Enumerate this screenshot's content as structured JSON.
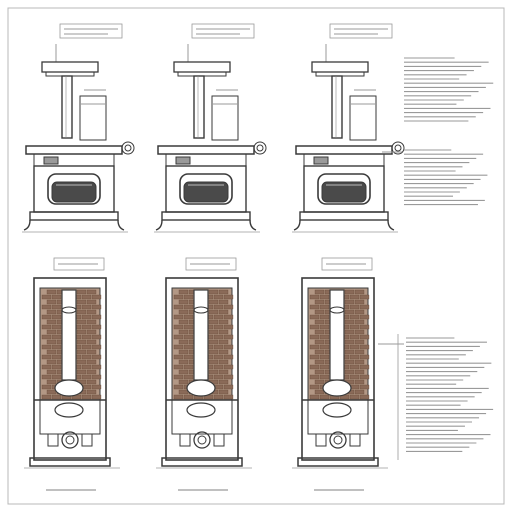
{
  "sheet": {
    "background": "#ffffff",
    "frame_color": "#b8b8b8",
    "line_color": "#3a3a3a",
    "text_line_color": "#9a9a9a",
    "brick_color": "#8a6a58",
    "brick_light": "#b39885",
    "oven_dark": "#4a4a4a"
  },
  "front_views": {
    "count": 3,
    "description_blocks": 2
  },
  "section_views": {
    "count": 3,
    "description_blocks": 1
  },
  "icons": {
    "stove": "wood-stove-front-elevation",
    "section": "brick-chimney-section"
  }
}
